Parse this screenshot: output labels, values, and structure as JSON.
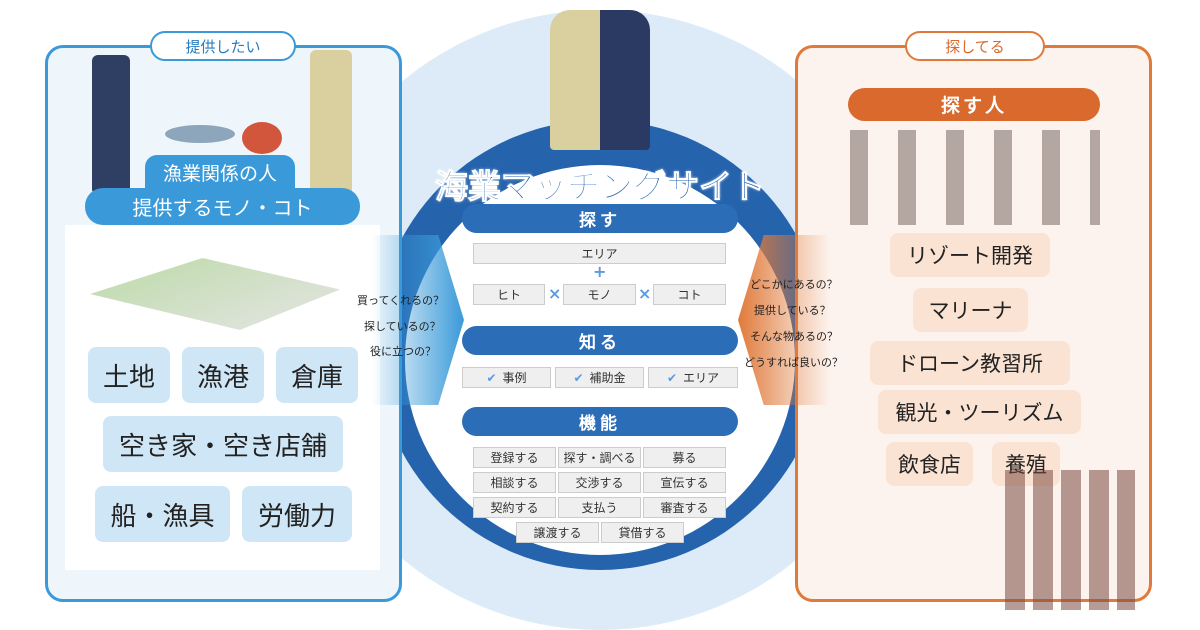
{
  "left_panel": {
    "label": "提供したい",
    "header_line1": "漁業関係の人",
    "header_line2": "提供するモノ・コト",
    "tags": [
      "土地",
      "漁港",
      "倉庫",
      "空き家・空き店舗",
      "船・漁具",
      "労働力"
    ],
    "questions": [
      "買ってくれるの？",
      "探しているの？",
      "役に立つの？"
    ]
  },
  "center": {
    "title": "海業マッチングサイト",
    "search": {
      "label": "探す",
      "area": "エリア",
      "plus": "+",
      "items": [
        "ヒト",
        "モノ",
        "コト"
      ],
      "times": "×"
    },
    "know": {
      "label": "知る",
      "items": [
        "事例",
        "補助金",
        "エリア"
      ]
    },
    "functions": {
      "label": "機能",
      "items": [
        "登録する",
        "探す・調べる",
        "募る",
        "相談する",
        "交渉する",
        "宣伝する",
        "契約する",
        "支払う",
        "審査する",
        "譲渡する",
        "貸借する"
      ]
    }
  },
  "right_panel": {
    "label": "探してる",
    "header": "探す人",
    "tags": [
      "リゾート開発",
      "マリーナ",
      "ドローン教習所",
      "観光・ツーリズム",
      "飲食店",
      "養殖"
    ],
    "questions": [
      "どこかにあるの？",
      "提供している？",
      "そんな物あるの？",
      "どうすれば良いの？"
    ]
  },
  "colors": {
    "blue": "#2c6db8",
    "light_blue": "#cfe6f6",
    "orange": "#d9692c",
    "peach": "#fbe3d3"
  }
}
